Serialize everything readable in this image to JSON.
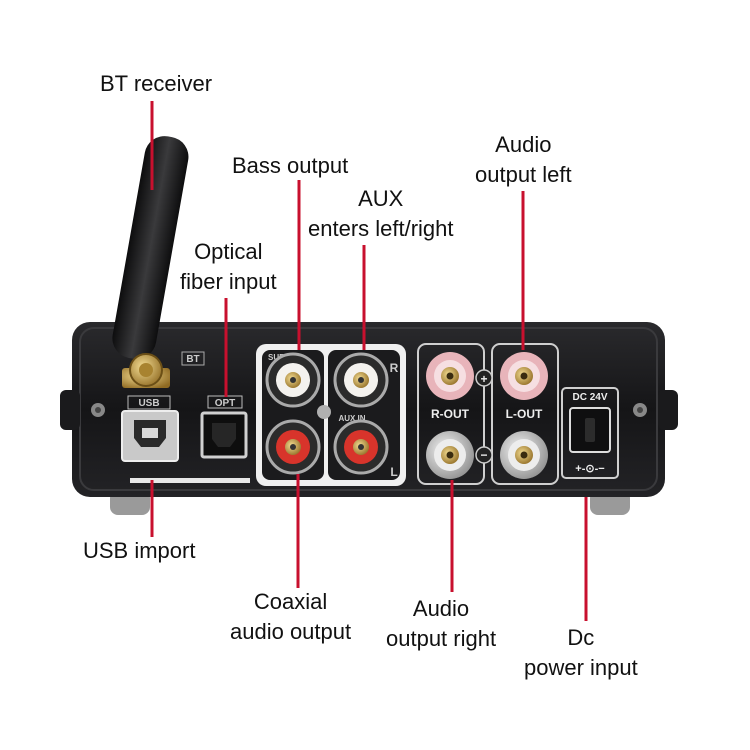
{
  "labels": {
    "bt_receiver": "BT receiver",
    "bass_output": "Bass output",
    "aux_line1": "AUX",
    "aux_line2": "enters left/right",
    "optical_line1": "Optical",
    "optical_line2": "fiber input",
    "audio_left_line1": "Audio",
    "audio_left_line2": "output left",
    "usb_import": "USB import",
    "coaxial_line1": "Coaxial",
    "coaxial_line2": "audio output",
    "audio_right_line1": "Audio",
    "audio_right_line2": "output right",
    "dc_line1": "Dc",
    "dc_line2": "power input"
  },
  "panel_text": {
    "bt": "BT",
    "usb": "USB",
    "opt": "OPT",
    "sub": "SUB",
    "r": "R",
    "aux_in": "AUX IN",
    "l": "L",
    "r_out": "R-OUT",
    "l_out": "L-OUT",
    "plus": "+",
    "minus": "−",
    "dc": "DC 24V",
    "polarity": "+-⊙-−"
  },
  "colors": {
    "pointer": "#c8102e",
    "chassis": "#1c1c1e",
    "rca_red": "#d8342b",
    "rca_white": "#f4f2ee",
    "gold": "#c9a24a"
  }
}
